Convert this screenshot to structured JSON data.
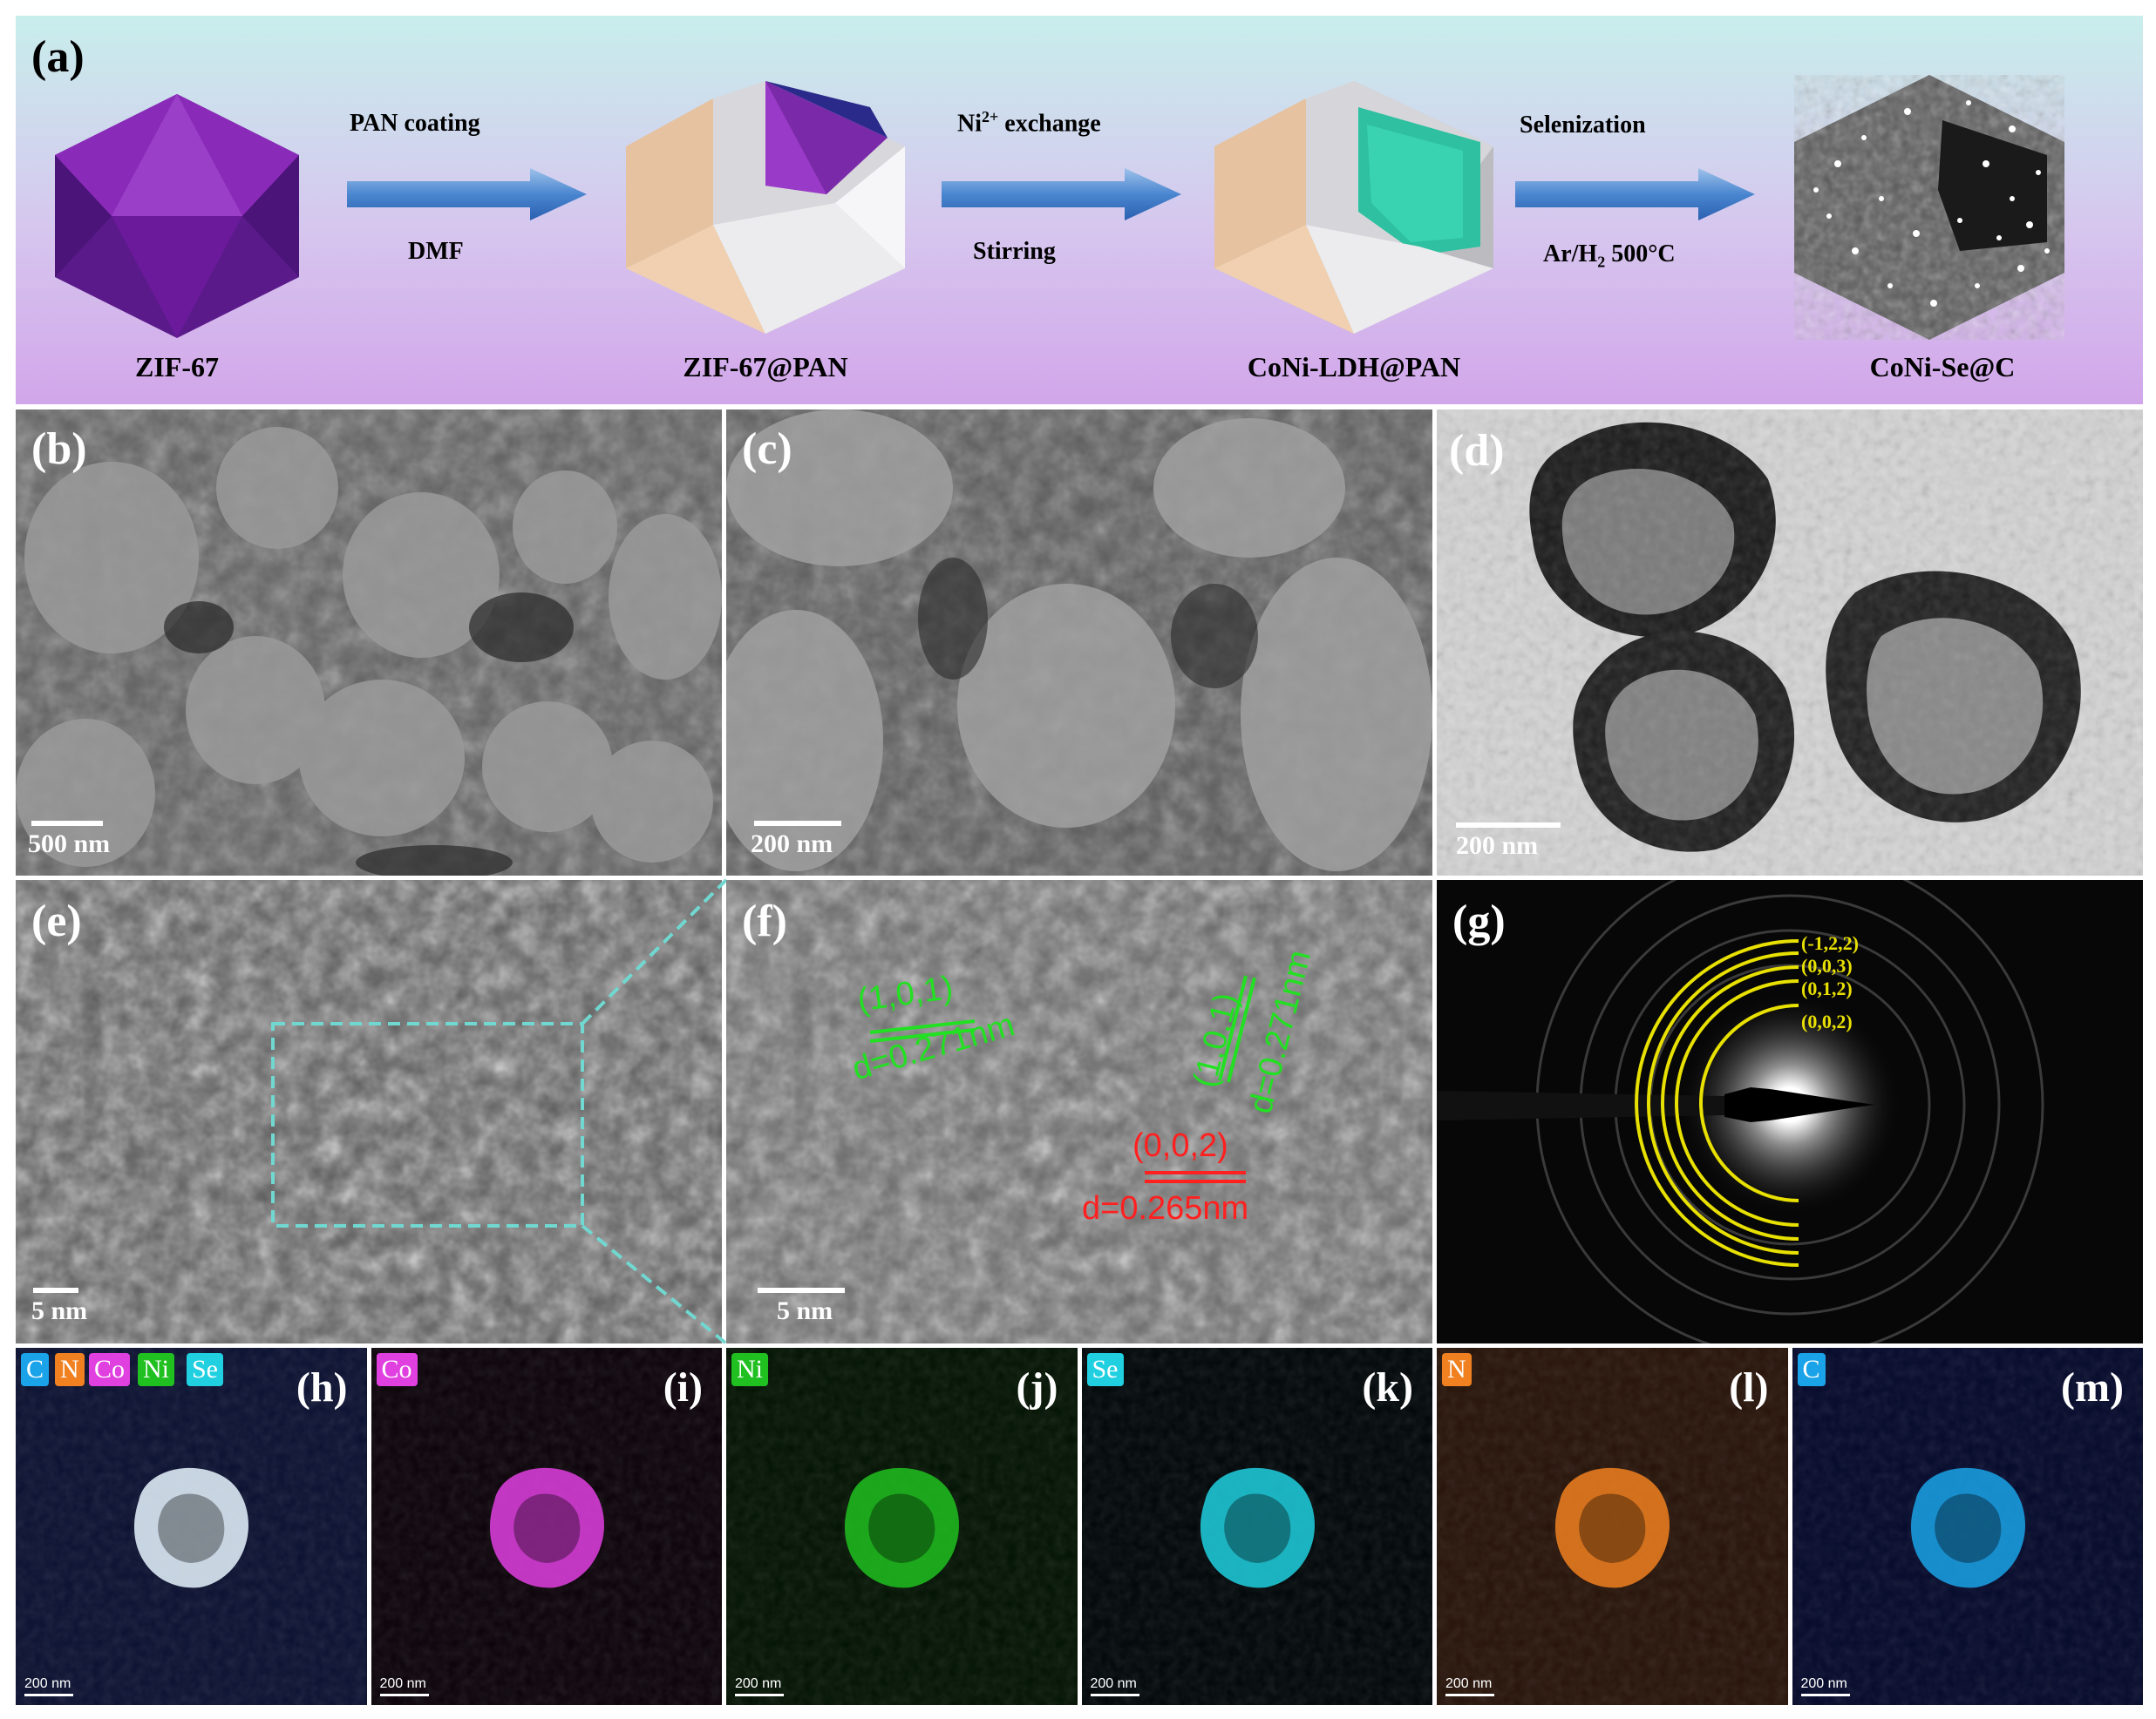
{
  "panels": {
    "a": {
      "label": "(a)",
      "steps": [
        {
          "name": "ZIF-67"
        },
        {
          "name": "ZIF-67@PAN"
        },
        {
          "name": "CoNi-LDH@PAN"
        },
        {
          "name": "CoNi-Se@C"
        }
      ],
      "arrows": [
        {
          "top": "PAN coating",
          "bottom": "DMF"
        },
        {
          "top_main": "Ni",
          "top_sup": "2+",
          "top_rest": " exchange",
          "bottom": "Stirring"
        },
        {
          "top": "Selenization",
          "bottom_main": "Ar/H",
          "bottom_sub": "2",
          "bottom_rest": " 500°C"
        }
      ]
    },
    "b": {
      "label": "(b)",
      "scale": "500 nm"
    },
    "c": {
      "label": "(c)",
      "scale": "200 nm"
    },
    "d": {
      "label": "(d)",
      "scale": "200 nm"
    },
    "e": {
      "label": "(e)",
      "scale": "5 nm"
    },
    "f": {
      "label": "(f)",
      "scale": "5 nm",
      "annotations": [
        {
          "plane": "(1,0,1)",
          "d": "d=0.271nm",
          "color": "#22e022"
        },
        {
          "plane": "(1,0,1)",
          "d": "d=0.271nm",
          "color": "#22e022"
        },
        {
          "plane": "(0,0,2)",
          "d": "d=0.265nm",
          "color": "#ff2020"
        }
      ]
    },
    "g": {
      "label": "(g)",
      "rings": [
        "(-1,2,2)",
        "(0,0,3)",
        "(0,1,2)",
        "(0,0,2)"
      ],
      "ring_color": "#e8e000"
    },
    "eds": [
      {
        "label": "(h)",
        "tags": [
          {
            "text": "C",
            "color": "#1aa3e8"
          },
          {
            "text": "N",
            "color": "#f08020"
          },
          {
            "text": "Co",
            "color": "#e040e0"
          },
          {
            "text": "Ni",
            "color": "#20c020"
          },
          {
            "text": "Se",
            "color": "#20d0e0"
          }
        ],
        "scale": "200 nm"
      },
      {
        "label": "(i)",
        "tags": [
          {
            "text": "Co",
            "color": "#e040e0"
          }
        ],
        "scale": "200 nm"
      },
      {
        "label": "(j)",
        "tags": [
          {
            "text": "Ni",
            "color": "#20c020"
          }
        ],
        "scale": "200 nm"
      },
      {
        "label": "(k)",
        "tags": [
          {
            "text": "Se",
            "color": "#20d0e0"
          }
        ],
        "scale": "200 nm"
      },
      {
        "label": "(l)",
        "tags": [
          {
            "text": "N",
            "color": "#f08020"
          }
        ],
        "scale": "200 nm"
      },
      {
        "label": "(m)",
        "tags": [
          {
            "text": "C",
            "color": "#1aa3e8"
          }
        ],
        "scale": "200 nm"
      }
    ]
  }
}
